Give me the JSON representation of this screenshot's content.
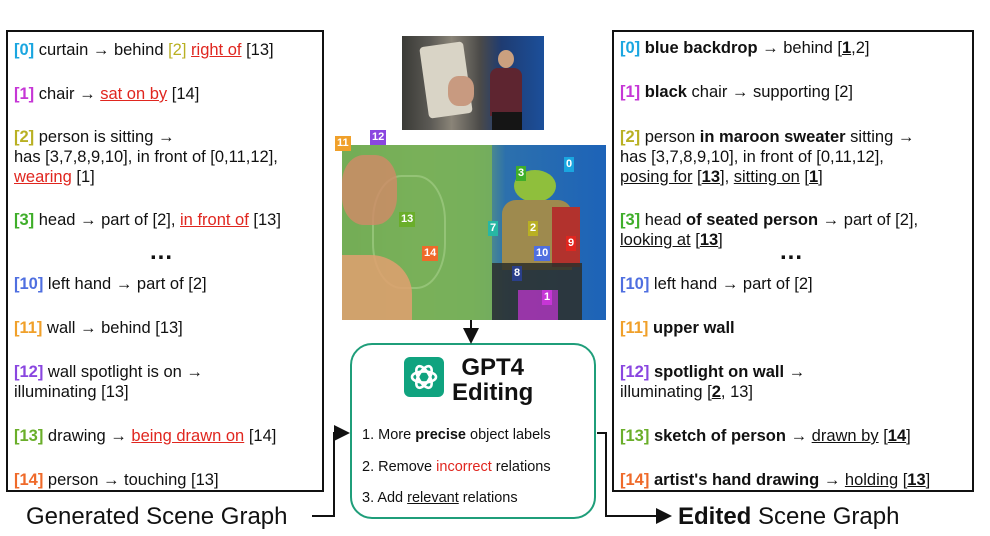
{
  "left": {
    "r0": {
      "idx": "[0]",
      "text": " curtain → behind ",
      "ref": "[2]",
      "rel": "right of",
      "tail": " [13]"
    },
    "r1": {
      "idx": "[1]",
      "text": " chair → ",
      "rel": "sat on by",
      "tail": " [14]"
    },
    "r2": {
      "idx": "[2]",
      "l1": " person is sitting →",
      "l2": "has [3,7,8,9,10],  in front of [0,11,12],",
      "rel": "wearing",
      "tail": " [1]"
    },
    "r3": {
      "idx": "[3]",
      "text": " head → part of [2], ",
      "rel": "in front of",
      "tail": " [13]"
    },
    "dots": "...",
    "r10": {
      "idx": "[10]",
      "text": " left hand → part of [2]"
    },
    "r11": {
      "idx": "[11]",
      "text": " wall → behind [13]"
    },
    "r12": {
      "idx": "[12]",
      "l1": " wall spotlight is on →",
      "l2": "illuminating [13]"
    },
    "r13": {
      "idx": "[13]",
      "text": " drawing → ",
      "rel": "being drawn on",
      "tail": " [14]"
    },
    "r14": {
      "idx": "[14]",
      "text": " person → touching [13]"
    }
  },
  "right": {
    "r0": {
      "idx": "[0]",
      "bold": "blue backdrop",
      "a": " → behind [",
      "b1": "1",
      "c": ",2]"
    },
    "r1": {
      "idx": "[1]",
      "bold": "black",
      "a": " chair → supporting [2]"
    },
    "r2": {
      "idx": "[2]",
      "a": " person ",
      "bold": "in maroon sweater",
      "b": " sitting →",
      "l2": "has [3,7,8,9,10], in front of [0,11,12],",
      "rel1": "posing for",
      "s1": " [",
      "n1": "13",
      "s2": "], ",
      "rel2": "sitting on",
      "s3": " [",
      "n2": "1",
      "s4": "]"
    },
    "r3": {
      "idx": "[3]",
      "a": " head ",
      "bold": "of seated person",
      "b": " → part of [2],",
      "rel": "looking at",
      "s1": " [",
      "n1": "13",
      "s2": "]"
    },
    "dots": "...",
    "r10": {
      "idx": "[10]",
      "a": " left hand → part of [2]"
    },
    "r11": {
      "idx": "[11]",
      "bold": "upper wall"
    },
    "r12": {
      "idx": "[12]",
      "bold": "spotlight on wall",
      "b": " →",
      "l2a": "illuminating [",
      "n1": "2",
      "l2b": ", 13]"
    },
    "r13": {
      "idx": "[13]",
      "bold": "sketch of person",
      "a": " → ",
      "rel": "drawn by",
      "s1": " [",
      "n1": "14",
      "s2": "]"
    },
    "r14": {
      "idx": "[14]",
      "bold": "artist's hand drawing",
      "a": " → ",
      "rel": "holding",
      "s1": " [",
      "n1": "13",
      "s2": "]"
    }
  },
  "tags": {
    "t0": "0",
    "t1": "1",
    "t2": "2",
    "t3": "3",
    "t7": "7",
    "t8": "8",
    "t9": "9",
    "t10": "10",
    "t11": "11",
    "t12": "12",
    "t13": "13",
    "t14": "14"
  },
  "gpt": {
    "title1": "GPT4",
    "title2": "Editing",
    "step1": {
      "n": "1.",
      "a": " More ",
      "b": "precise",
      "c": " object labels"
    },
    "step2": {
      "n": "2.",
      "a": " Remove ",
      "b": "incorrect",
      "c": " relations"
    },
    "step3": {
      "n": "3.",
      "a": " Add ",
      "b": "relevant",
      "c": " relations"
    }
  },
  "captions": {
    "generated": "Generated Scene Graph",
    "edited_bold": "Edited",
    "edited_rest": " Scene Graph"
  },
  "colors": {
    "c0": "#1aa6e0",
    "c1": "#c636d6",
    "c2": "#b9b023",
    "c3": "#3fae2a",
    "c10": "#4f6fe0",
    "c11": "#f0a02a",
    "c12": "#8a46e0",
    "c13": "#6aae2a",
    "c14": "#ef6a2a",
    "red": "#e0261f",
    "gpt_green": "#10a37f"
  }
}
